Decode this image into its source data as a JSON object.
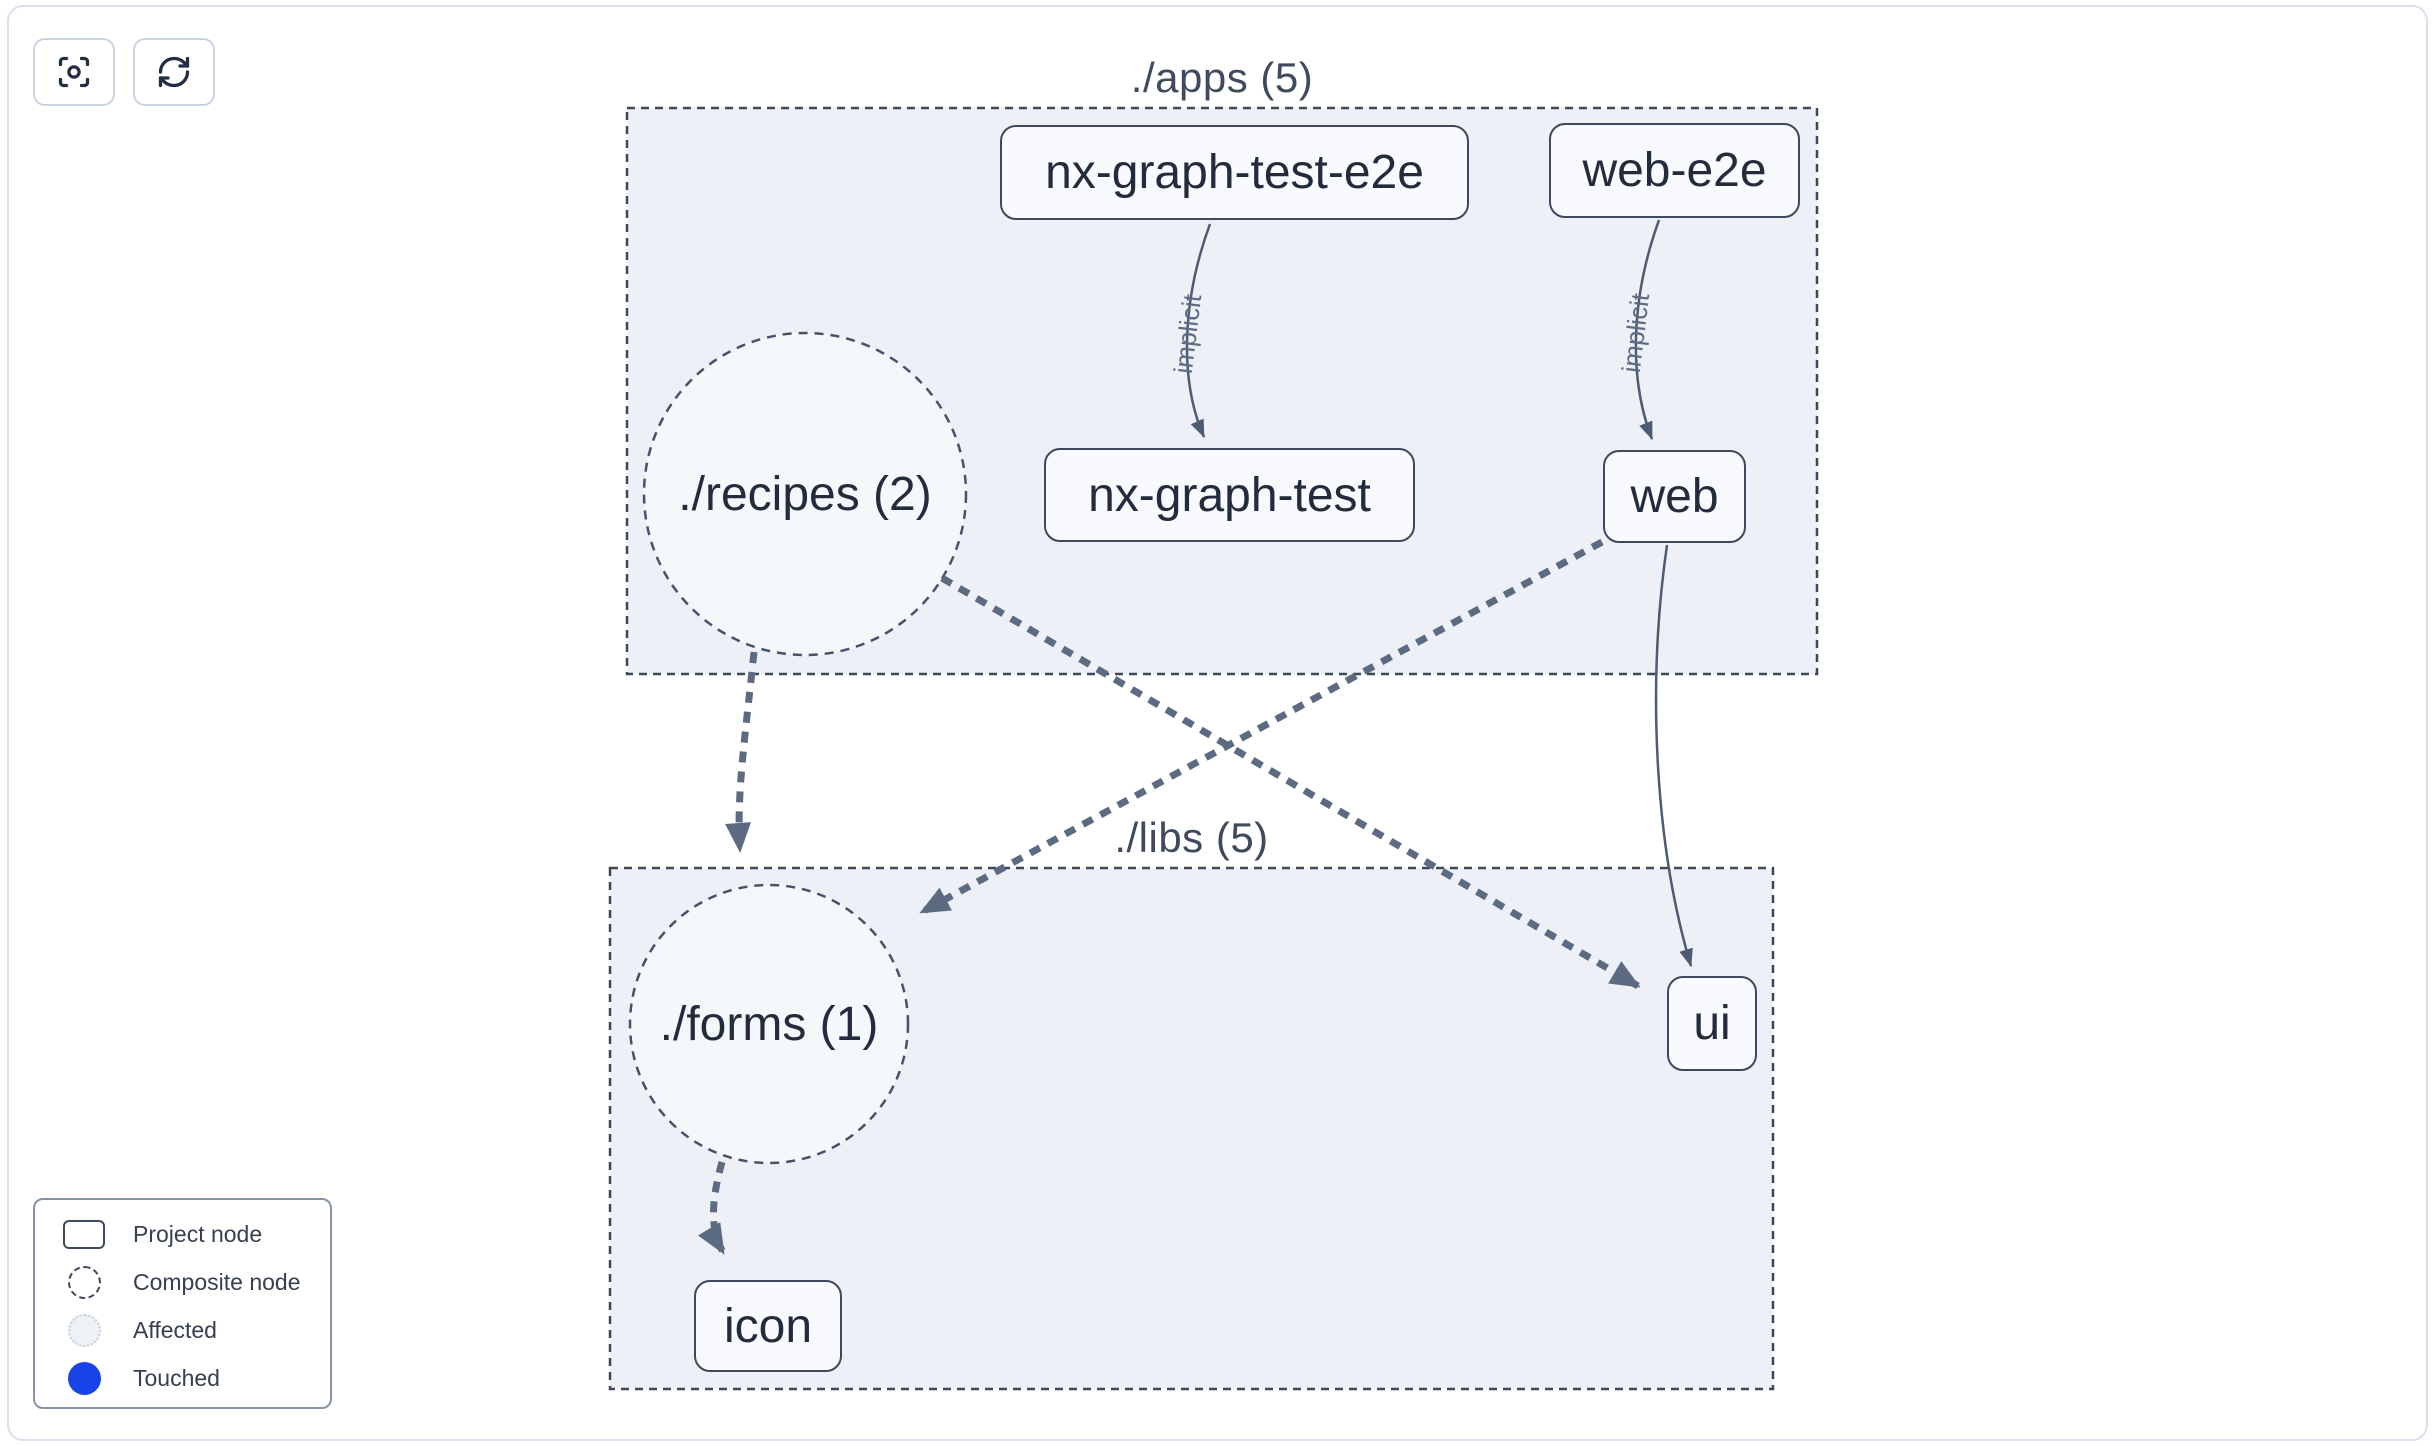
{
  "toolbar": {
    "focus_button_icon": "focus-scan-icon",
    "refresh_button_icon": "refresh-icon"
  },
  "groups": {
    "apps": {
      "label": "./apps (5)"
    },
    "libs": {
      "label": "./libs (5)"
    }
  },
  "nodes": {
    "nx_graph_test_e2e": {
      "label": "nx-graph-test-e2e",
      "type": "project"
    },
    "web_e2e": {
      "label": "web-e2e",
      "type": "project"
    },
    "nx_graph_test": {
      "label": "nx-graph-test",
      "type": "project"
    },
    "web": {
      "label": "web",
      "type": "project"
    },
    "recipes": {
      "label": "./recipes (2)",
      "type": "composite"
    },
    "forms": {
      "label": "./forms (1)",
      "type": "composite"
    },
    "ui": {
      "label": "ui",
      "type": "project"
    },
    "icon": {
      "label": "icon",
      "type": "project"
    }
  },
  "edges": [
    {
      "source": "nx-graph-test-e2e",
      "target": "nx-graph-test",
      "style": "solid",
      "label": "implicit"
    },
    {
      "source": "web-e2e",
      "target": "web",
      "style": "solid",
      "label": "implicit"
    },
    {
      "source": "./recipes (2)",
      "target": "./forms (1)",
      "style": "dashed",
      "label": ""
    },
    {
      "source": "./recipes (2)",
      "target": "ui",
      "style": "dashed",
      "label": ""
    },
    {
      "source": "web",
      "target": "./forms (1)",
      "style": "dashed",
      "label": ""
    },
    {
      "source": "web",
      "target": "ui",
      "style": "solid",
      "label": ""
    },
    {
      "source": "./forms (1)",
      "target": "icon",
      "style": "dashed",
      "label": ""
    }
  ],
  "legend": {
    "items": [
      {
        "label": "Project node"
      },
      {
        "label": "Composite node"
      },
      {
        "label": "Affected"
      },
      {
        "label": "Touched"
      }
    ]
  },
  "colors": {
    "group_fill": "#edf1f7",
    "circle_fill": "#f5f8fb",
    "edge_thin": "#4e5b73",
    "edge_thick": "#5c6a82",
    "node_border": "#3d495e",
    "touched_blue": "#1843e8",
    "canvas_border": "#dbe0ee"
  }
}
